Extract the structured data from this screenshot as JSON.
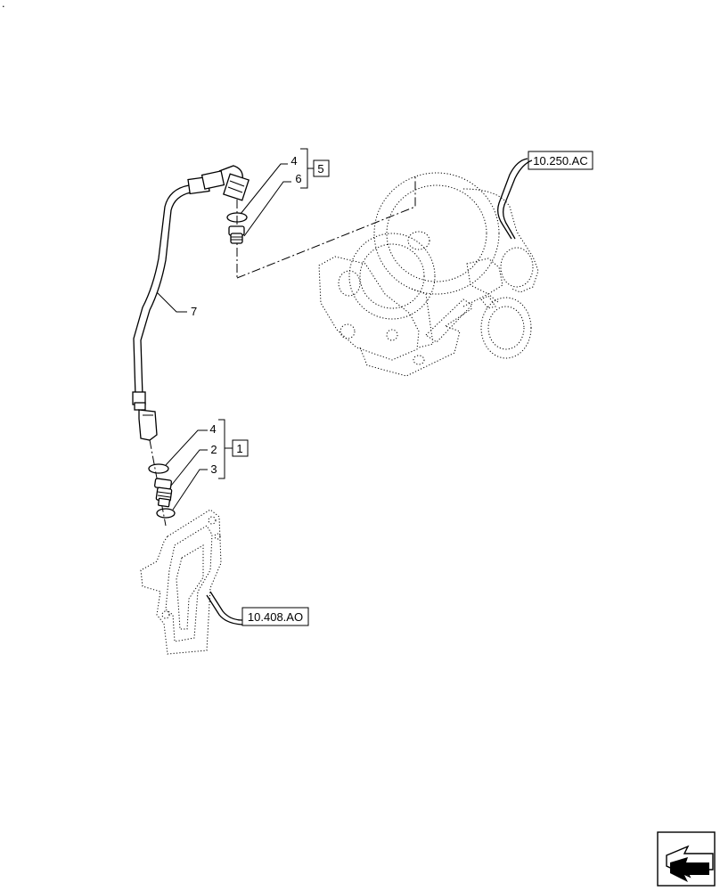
{
  "items": {
    "n1": "1",
    "n2": "2",
    "n3": "3",
    "n4a": "4",
    "n4b": "4",
    "n5": "5",
    "n6": "6",
    "n7": "7"
  },
  "refs": {
    "turbo": "10.250.AC",
    "plate": "10.408.AO"
  },
  "corner_mark": "."
}
